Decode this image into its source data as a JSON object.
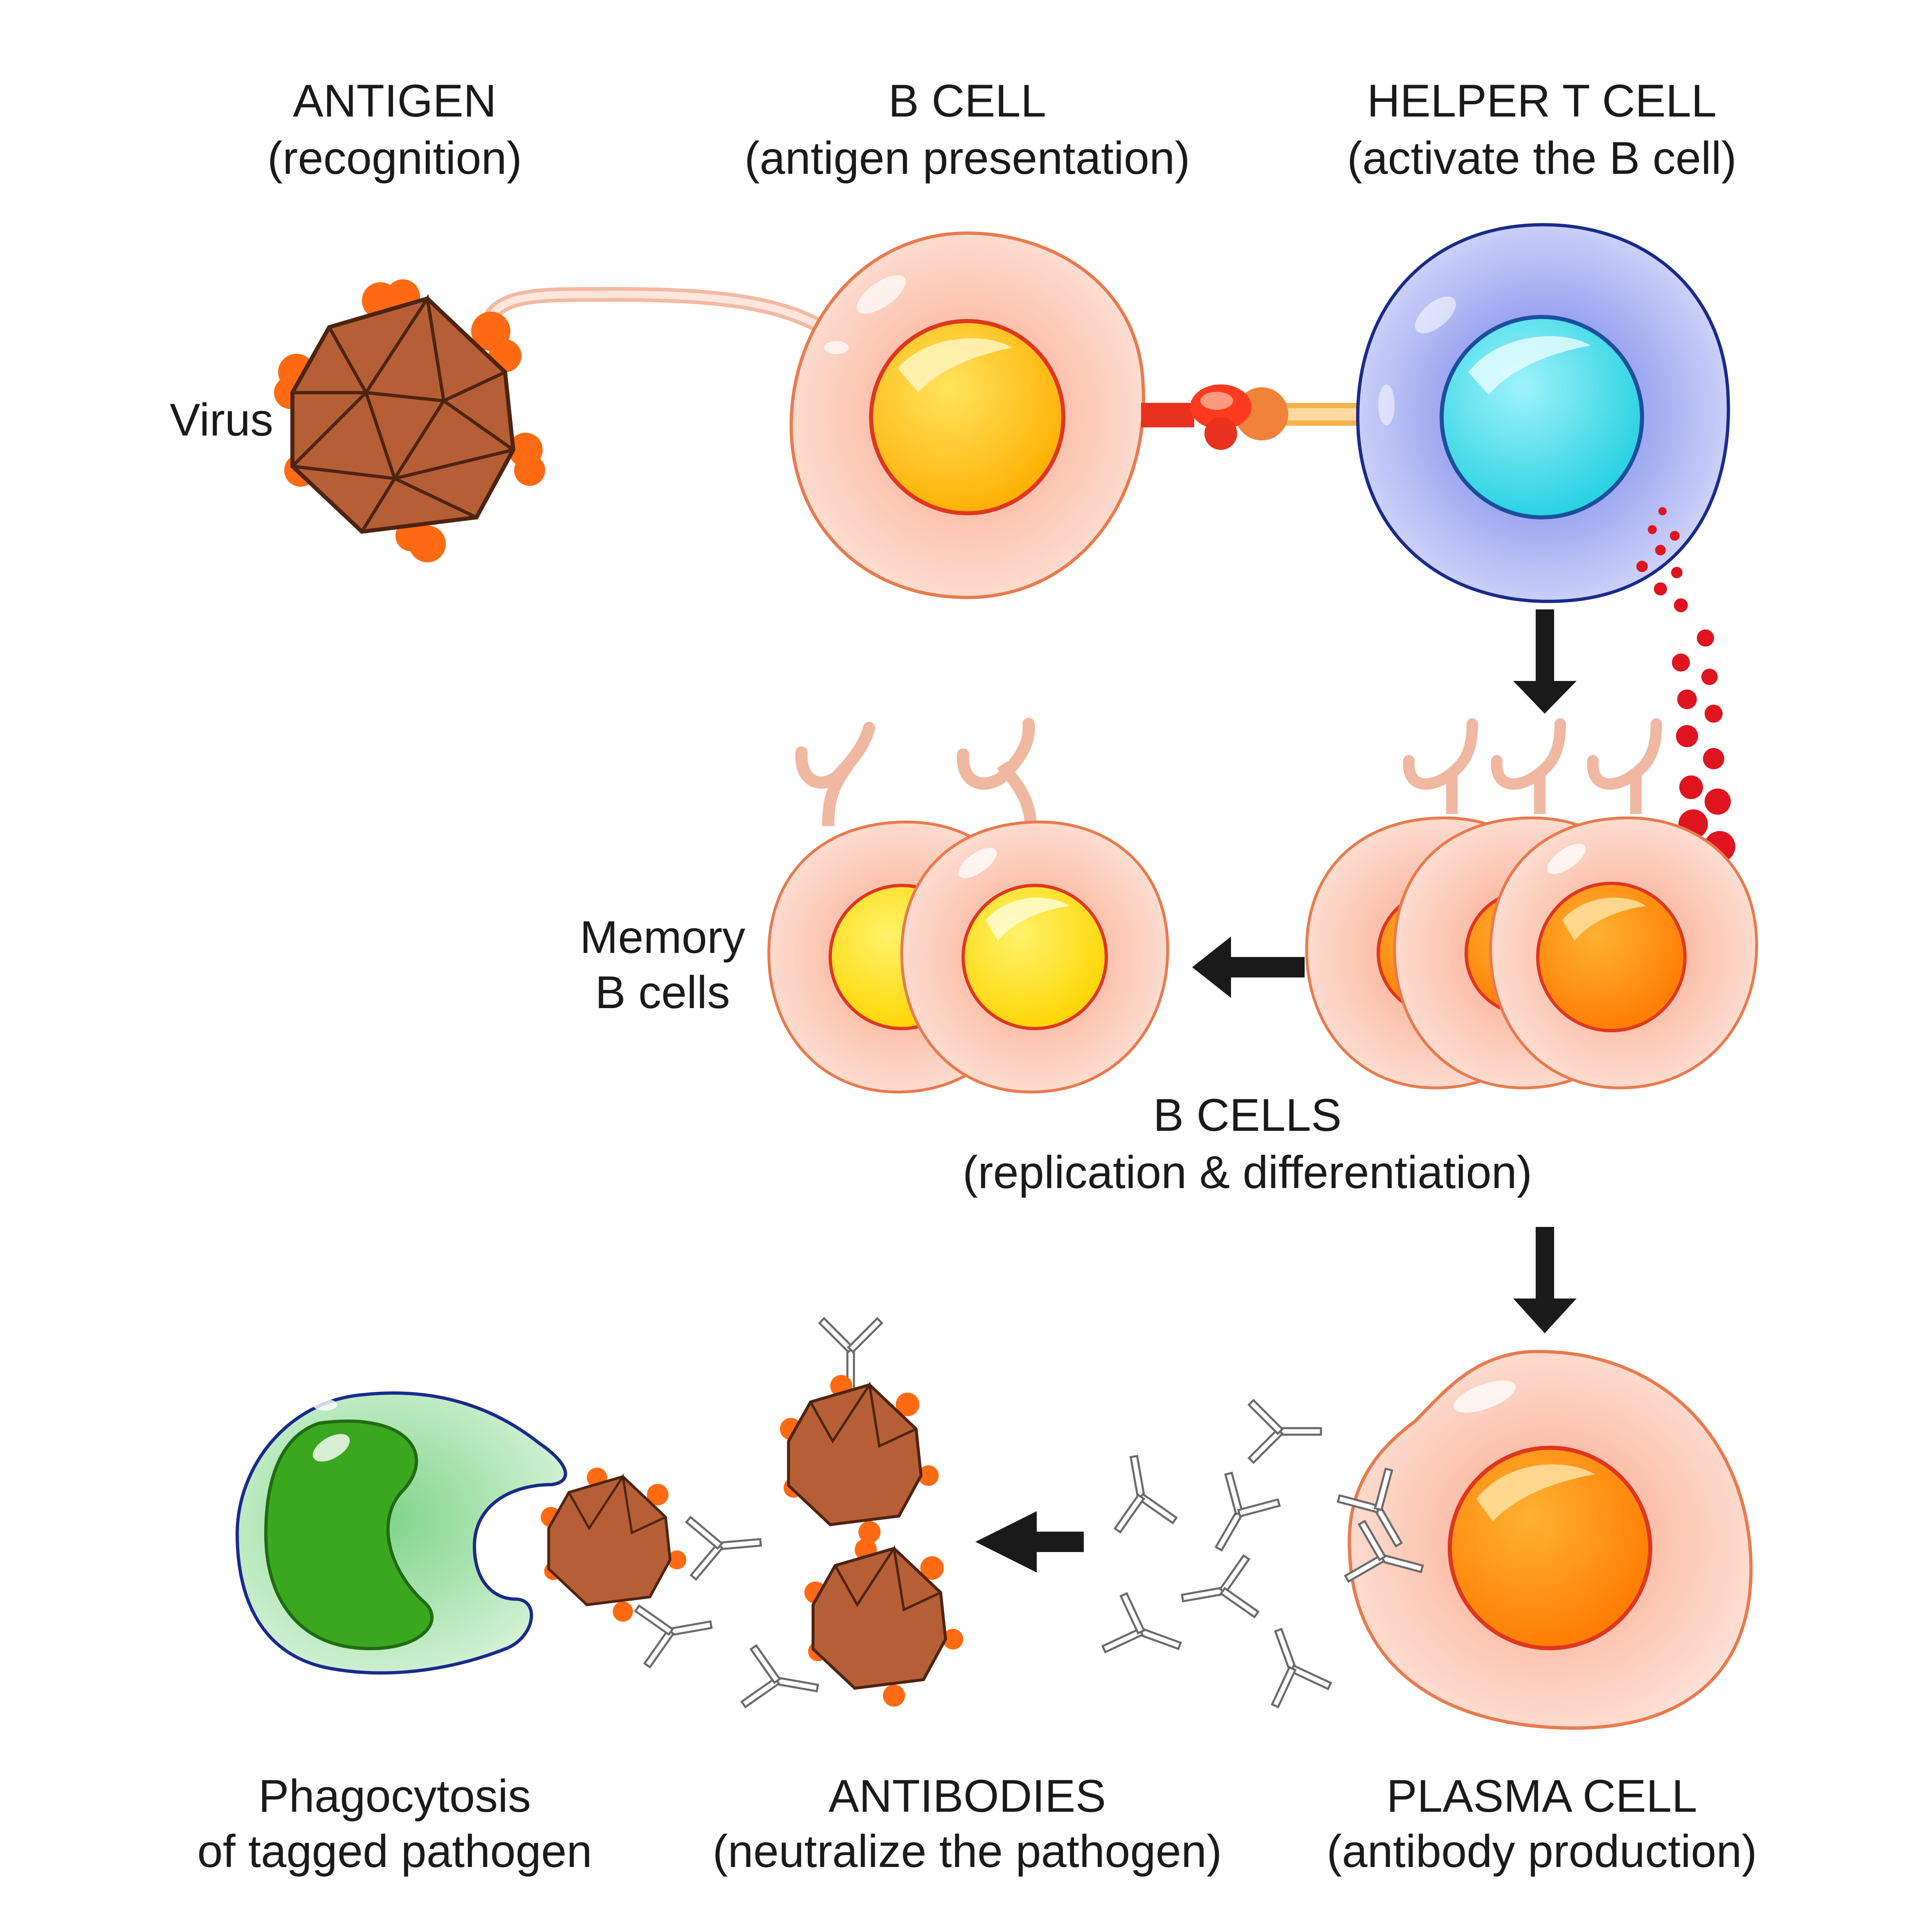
{
  "labels": {
    "antigen_title": "ANTIGEN",
    "antigen_sub": "(recognition)",
    "bcell_title": "B CELL",
    "bcell_sub": "(antigen presentation)",
    "helper_title": "HELPER T CELL",
    "helper_sub": "(activate the B cell)",
    "virus": "Virus",
    "memory_line1": "Memory",
    "memory_line2": "B cells",
    "bcells_title": "B CELLS",
    "bcells_sub": "(replication & differentiation)",
    "phago_line1": "Phagocytosis",
    "phago_line2": "of tagged pathogen",
    "antibodies_title": "ANTIBODIES",
    "antibodies_sub": "(neutralize the pathogen)",
    "plasma_title": "PLASMA CELL",
    "plasma_sub": "(antibody production)"
  },
  "colors": {
    "b_cell_body": "#fbd5c6",
    "b_cell_outline": "#e97a4d",
    "b_cell_nucleus_yellow": "#ffc10f",
    "memory_nucleus": "#ffe11a",
    "activated_nucleus": "#ff8a00",
    "t_cell_body": "#c8cdf7",
    "t_cell_nucleus": "#3ad8e6",
    "virus_body": "#b0603a",
    "virus_spikes": "#ff6a12",
    "cytokine": "#e0141e",
    "phagocyte_body": "#b6e8b8",
    "phagocyte_nucleus": "#3aa81e",
    "arrow": "#1a1a1a"
  }
}
